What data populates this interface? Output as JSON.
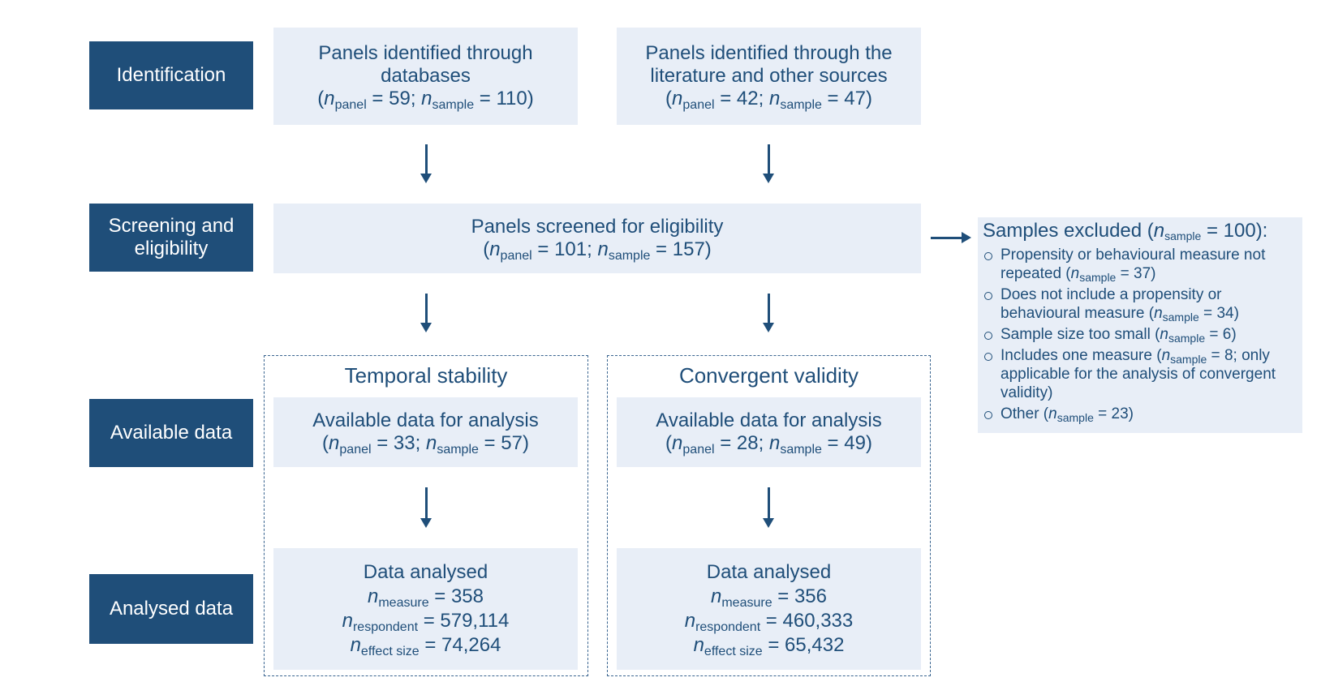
{
  "stages": {
    "identification": "Identification",
    "screening": "Screening  and eligibility",
    "available": "Available data",
    "analysed": "Analysed data"
  },
  "identification": {
    "databases": {
      "title": "Panels identified through databases",
      "panel": "59",
      "sample": "110"
    },
    "literature": {
      "title": "Panels identified through the literature and other sources",
      "panel": "42",
      "sample": "47"
    }
  },
  "screening": {
    "title": "Panels screened for eligibility",
    "panel": "101",
    "sample": "157"
  },
  "excluded": {
    "title": "Samples excluded (",
    "total": "100",
    "items": [
      {
        "text": "Propensity or behavioural measure not repeated",
        "n": "37",
        "suffix": ""
      },
      {
        "text": "Does not include a  propensity or behavioural measure",
        "n": "34",
        "suffix": ""
      },
      {
        "text": "Sample size too small",
        "n": "6",
        "suffix": ""
      },
      {
        "text": "Includes one measure",
        "n": "8",
        "suffix": "; only applicable for the analysis of convergent validity"
      },
      {
        "text": "Other",
        "n": "23",
        "suffix": ""
      }
    ]
  },
  "sections": {
    "temporal": {
      "title": "Temporal stability",
      "available_title": "Available data for analysis",
      "panel": "33",
      "sample": "57",
      "analysed_title": "Data analysed",
      "measure": "358",
      "respondent": "579,114",
      "effect_size": "74,264"
    },
    "convergent": {
      "title": "Convergent validity",
      "available_title": "Available data for analysis",
      "panel": " 28",
      "sample": "49",
      "analysed_title": "Data analysed",
      "measure": "356",
      "respondent": "460,333",
      "effect_size": "65,432"
    }
  },
  "symbols": {
    "n": "n",
    "panel": "panel",
    "sample": "sample",
    "measure": "measure",
    "respondent": "respondent",
    "effect_size": "effect size"
  }
}
